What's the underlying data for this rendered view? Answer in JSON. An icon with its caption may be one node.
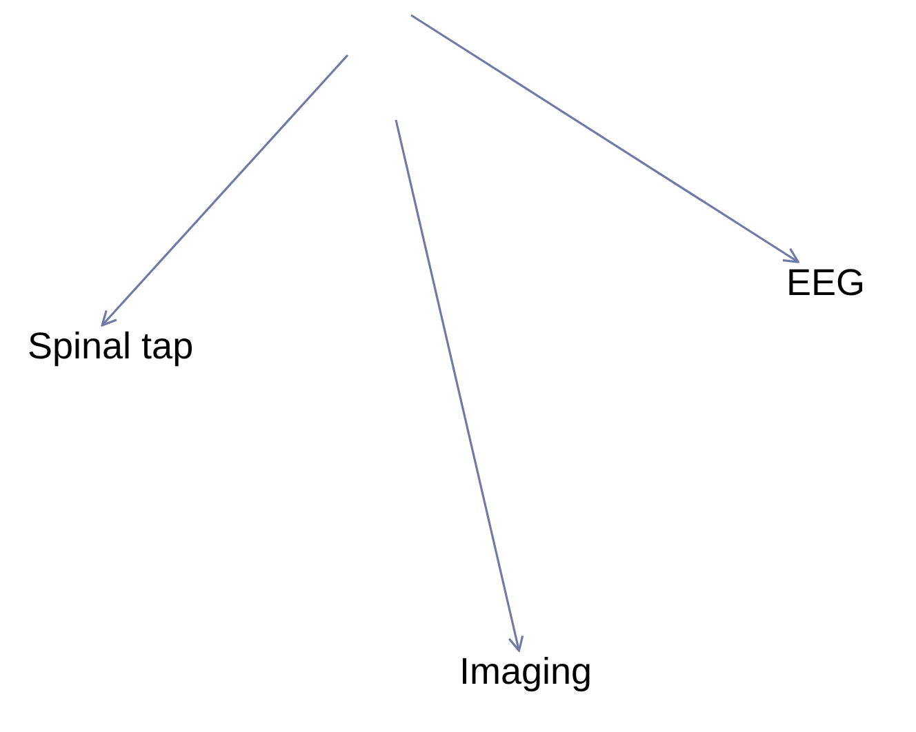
{
  "diagram": {
    "nodes": [
      {
        "text": [
          "EEG"
        ]
      },
      {
        "text": [
          "Spinal tap"
        ]
      },
      {
        "text": [
          "Imaging"
        ]
      }
    ],
    "edges": [
      {
        "from": null,
        "to": 1,
        "arrow": "to"
      },
      {
        "from": null,
        "to": 2,
        "arrow": "to"
      },
      {
        "from": null,
        "to": 0,
        "arrow": "to"
      }
    ]
  }
}
